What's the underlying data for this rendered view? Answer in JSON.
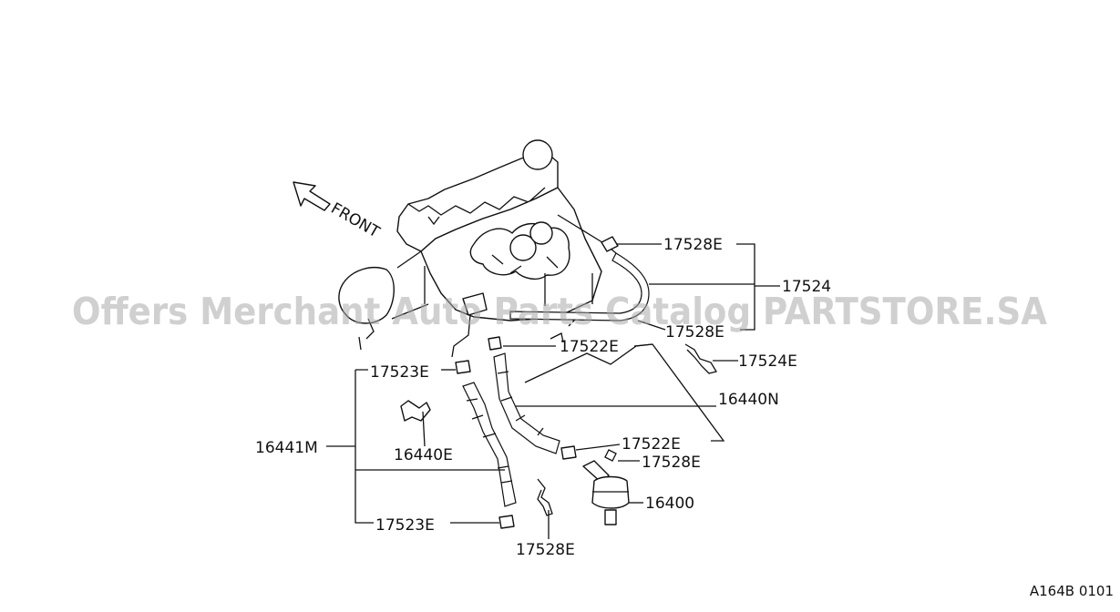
{
  "watermark": "Offers Merchant Auto Parts Catalog PARTSTORE.SA",
  "front_label": "FRONT",
  "figure_code": "A164B 0101",
  "parts": {
    "p17528E_top": "17528E",
    "p17524": "17524",
    "p17528E_mid": "17528E",
    "p17522E_top": "17522E",
    "p17524E": "17524E",
    "p17523E_top": "17523E",
    "p16440N": "16440N",
    "p16441M": "16441M",
    "p16440E": "16440E",
    "p17522E_bottom": "17522E",
    "p17528E_right": "17528E",
    "p16400": "16400",
    "p17523E_bottom": "17523E",
    "p17528E_bottom": "17528E"
  }
}
